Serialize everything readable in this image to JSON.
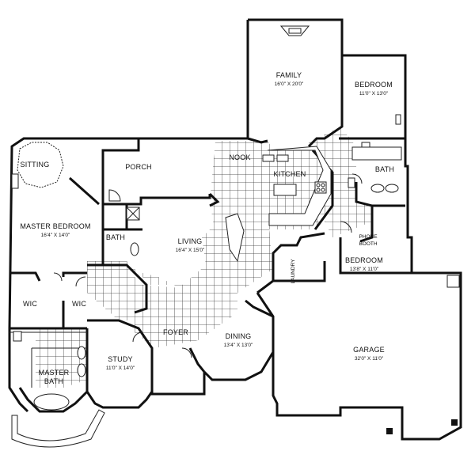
{
  "rooms": {
    "family": {
      "name": "FAMILY",
      "dims": "16'0\" X 20'0\""
    },
    "bedroom_ne": {
      "name": "BEDROOM",
      "dims": "11'0\" X 13'0\""
    },
    "bath_e": {
      "name": "BATH"
    },
    "nook": {
      "name": "NOOK"
    },
    "kitchen": {
      "name": "KITCHEN"
    },
    "sitting": {
      "name": "SITTING"
    },
    "porch": {
      "name": "PORCH"
    },
    "master_bedroom": {
      "name": "MASTER BEDROOM",
      "dims": "16'4\" X 14'0\""
    },
    "bath_w": {
      "name": "BATH"
    },
    "living": {
      "name": "LIVING",
      "dims": "16'4\" X 15'0\""
    },
    "phone_booth": {
      "line1": "PHONE",
      "line2": "BOOTH"
    },
    "bedroom_e": {
      "name": "BEDROOM",
      "dims": "13'8\" X 11'0\""
    },
    "laundry": {
      "name": "LAUNDRY"
    },
    "wic_1": {
      "name": "WIC"
    },
    "wic_2": {
      "name": "WIC"
    },
    "foyer": {
      "name": "FOYER"
    },
    "study": {
      "name": "STUDY",
      "dims": "11'0\" X 14'0\""
    },
    "dining": {
      "name": "DINING",
      "dims": "13'4\" X 13'0\""
    },
    "garage": {
      "name": "GARAGE",
      "dims": "32'0\" X 11'0\""
    },
    "master_bath": {
      "line1": "MASTER",
      "line2": "BATH"
    }
  }
}
